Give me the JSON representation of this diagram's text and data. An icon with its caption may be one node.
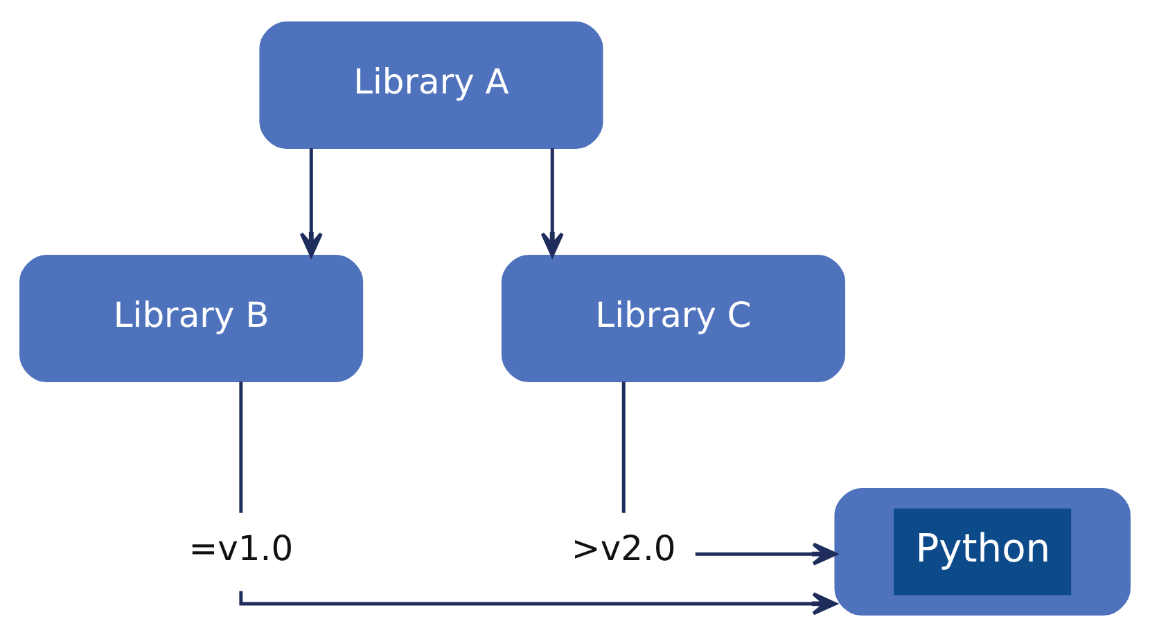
{
  "diagram": {
    "nodes": [
      {
        "text": [
          "Library A"
        ]
      },
      {
        "text": [
          "Library B"
        ]
      },
      {
        "text": [
          "Library C"
        ]
      },
      {
        "text": [
          "=v1.0"
        ]
      },
      {
        "text": [
          "Python"
        ]
      },
      {
        "text": [
          ">v2.0"
        ]
      }
    ],
    "edges": [
      {
        "from": 0,
        "to": 1,
        "arrow": "to"
      },
      {
        "from": 0,
        "to": 2,
        "arrow": "to"
      },
      {
        "from": 1,
        "to": 3,
        "arrow": "none"
      },
      {
        "from": 3,
        "to": 4,
        "arrow": "to"
      },
      {
        "from": 2,
        "to": 5,
        "arrow": "none"
      },
      {
        "from": 5,
        "to": 4,
        "arrow": "to"
      }
    ]
  }
}
